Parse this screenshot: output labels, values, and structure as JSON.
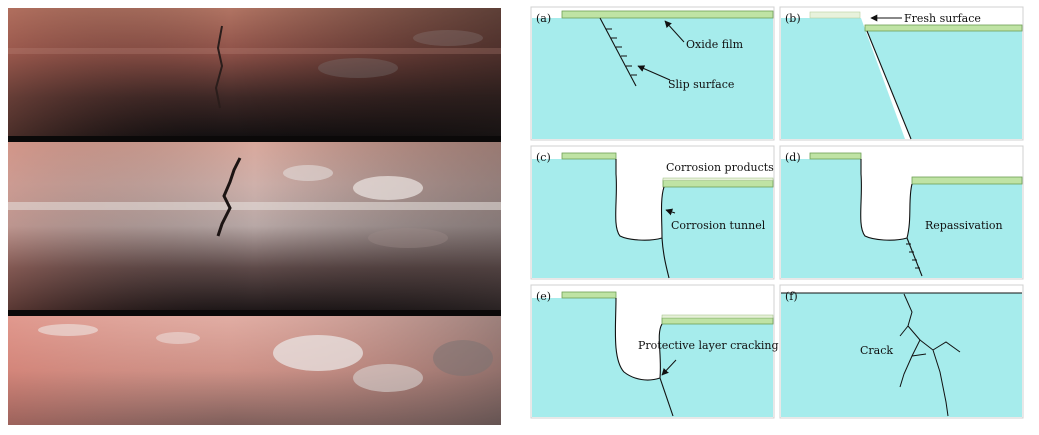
{
  "panels": [
    {
      "id": "a",
      "label": "(a)",
      "annotations": [
        "Oxide film",
        "Slip surface"
      ]
    },
    {
      "id": "b",
      "label": "(b)",
      "annotations": [
        "Fresh surface"
      ]
    },
    {
      "id": "c",
      "label": "(c)",
      "annotations": [
        "Corrosion products",
        "Corrosion tunnel"
      ]
    },
    {
      "id": "d",
      "label": "(d)",
      "annotations": [
        "Repassivation"
      ]
    },
    {
      "id": "e",
      "label": "(e)",
      "annotations": [
        "Protective layer cracking"
      ]
    },
    {
      "id": "f",
      "label": "(f)",
      "annotations": [
        "Crack"
      ]
    }
  ],
  "colors": {
    "metal": "#a6ecec",
    "film": "#bfe3a4",
    "film_edge": "#6f9f55",
    "line": "#111111"
  }
}
